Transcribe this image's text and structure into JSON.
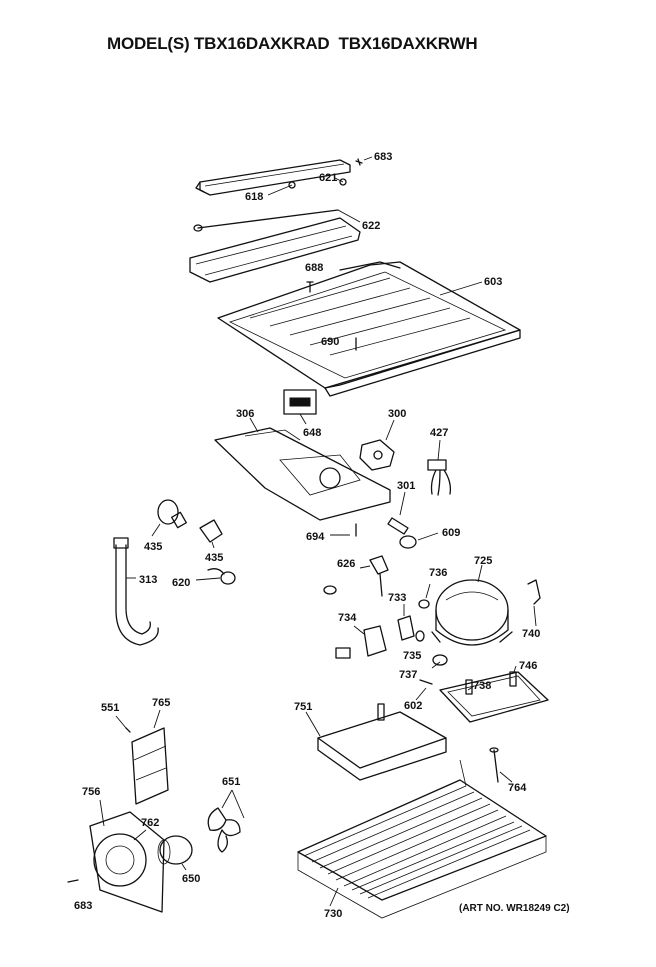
{
  "header": {
    "title": "MODEL(S) TBX16DAXKRAD  TBX16DAXKRWH"
  },
  "footer": {
    "art_no": "(ART NO. WR18249 C2)"
  },
  "callouts": {
    "p683_top": "683",
    "p621": "621",
    "p618": "618",
    "p622": "622",
    "p688": "688",
    "p603": "603",
    "p690": "690",
    "p306": "306",
    "p648": "648",
    "p300": "300",
    "p427": "427",
    "p301": "301",
    "p694": "694",
    "p609": "609",
    "p435_a": "435",
    "p435_b": "435",
    "p313": "313",
    "p620": "620",
    "p626": "626",
    "p736": "736",
    "p725": "725",
    "p733": "733",
    "p740": "740",
    "p734": "734",
    "p735": "735",
    "p737": "737",
    "p746": "746",
    "p738": "738",
    "p602": "602",
    "p551": "551",
    "p765": "765",
    "p751": "751",
    "p764": "764",
    "p756": "756",
    "p762": "762",
    "p651": "651",
    "p650": "650",
    "p683_bottom": "683",
    "p730": "730"
  }
}
